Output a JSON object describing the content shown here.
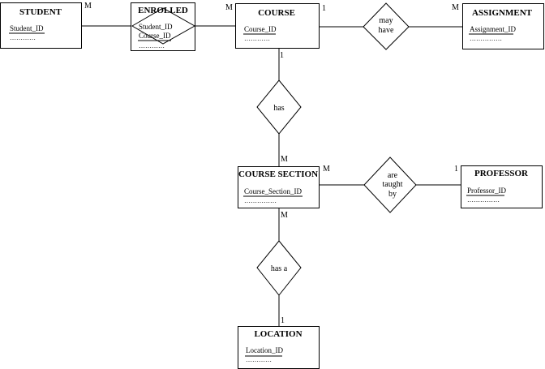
{
  "entities": {
    "student": {
      "title": "STUDENT",
      "attrs": [
        "Student_ID",
        "…………"
      ]
    },
    "enrolled": {
      "title": "ENROLLED",
      "attrs": [
        "Student_ID",
        "Course_ID",
        "…………"
      ]
    },
    "course": {
      "title": "COURSE",
      "attrs": [
        "Course_ID",
        "…………"
      ]
    },
    "assignment": {
      "title": "ASSIGNMENT",
      "attrs": [
        "Assignment_ID",
        "……………"
      ]
    },
    "course_section": {
      "title": "COURSE SECTION",
      "attrs": [
        "Course_Section_ID",
        "……………"
      ]
    },
    "professor": {
      "title": "PROFESSOR",
      "attrs": [
        "Professor_ID",
        "……………"
      ]
    },
    "location": {
      "title": "LOCATION",
      "attrs": [
        "Location_ID",
        "…………"
      ]
    }
  },
  "relationships": {
    "may_have": [
      "may",
      "have"
    ],
    "has": [
      "has"
    ],
    "are_taught_by": [
      "are",
      "taught",
      "by"
    ],
    "has_a": [
      "has a"
    ]
  },
  "cardinalities": {
    "student_enrolled": "M",
    "enrolled_course": "M",
    "course_may_have": "1",
    "may_have_assignment": "M",
    "course_has": "1",
    "has_section": "M",
    "section_taught": "M",
    "taught_professor": "1",
    "section_has_a": "M",
    "has_a_location": "1"
  }
}
